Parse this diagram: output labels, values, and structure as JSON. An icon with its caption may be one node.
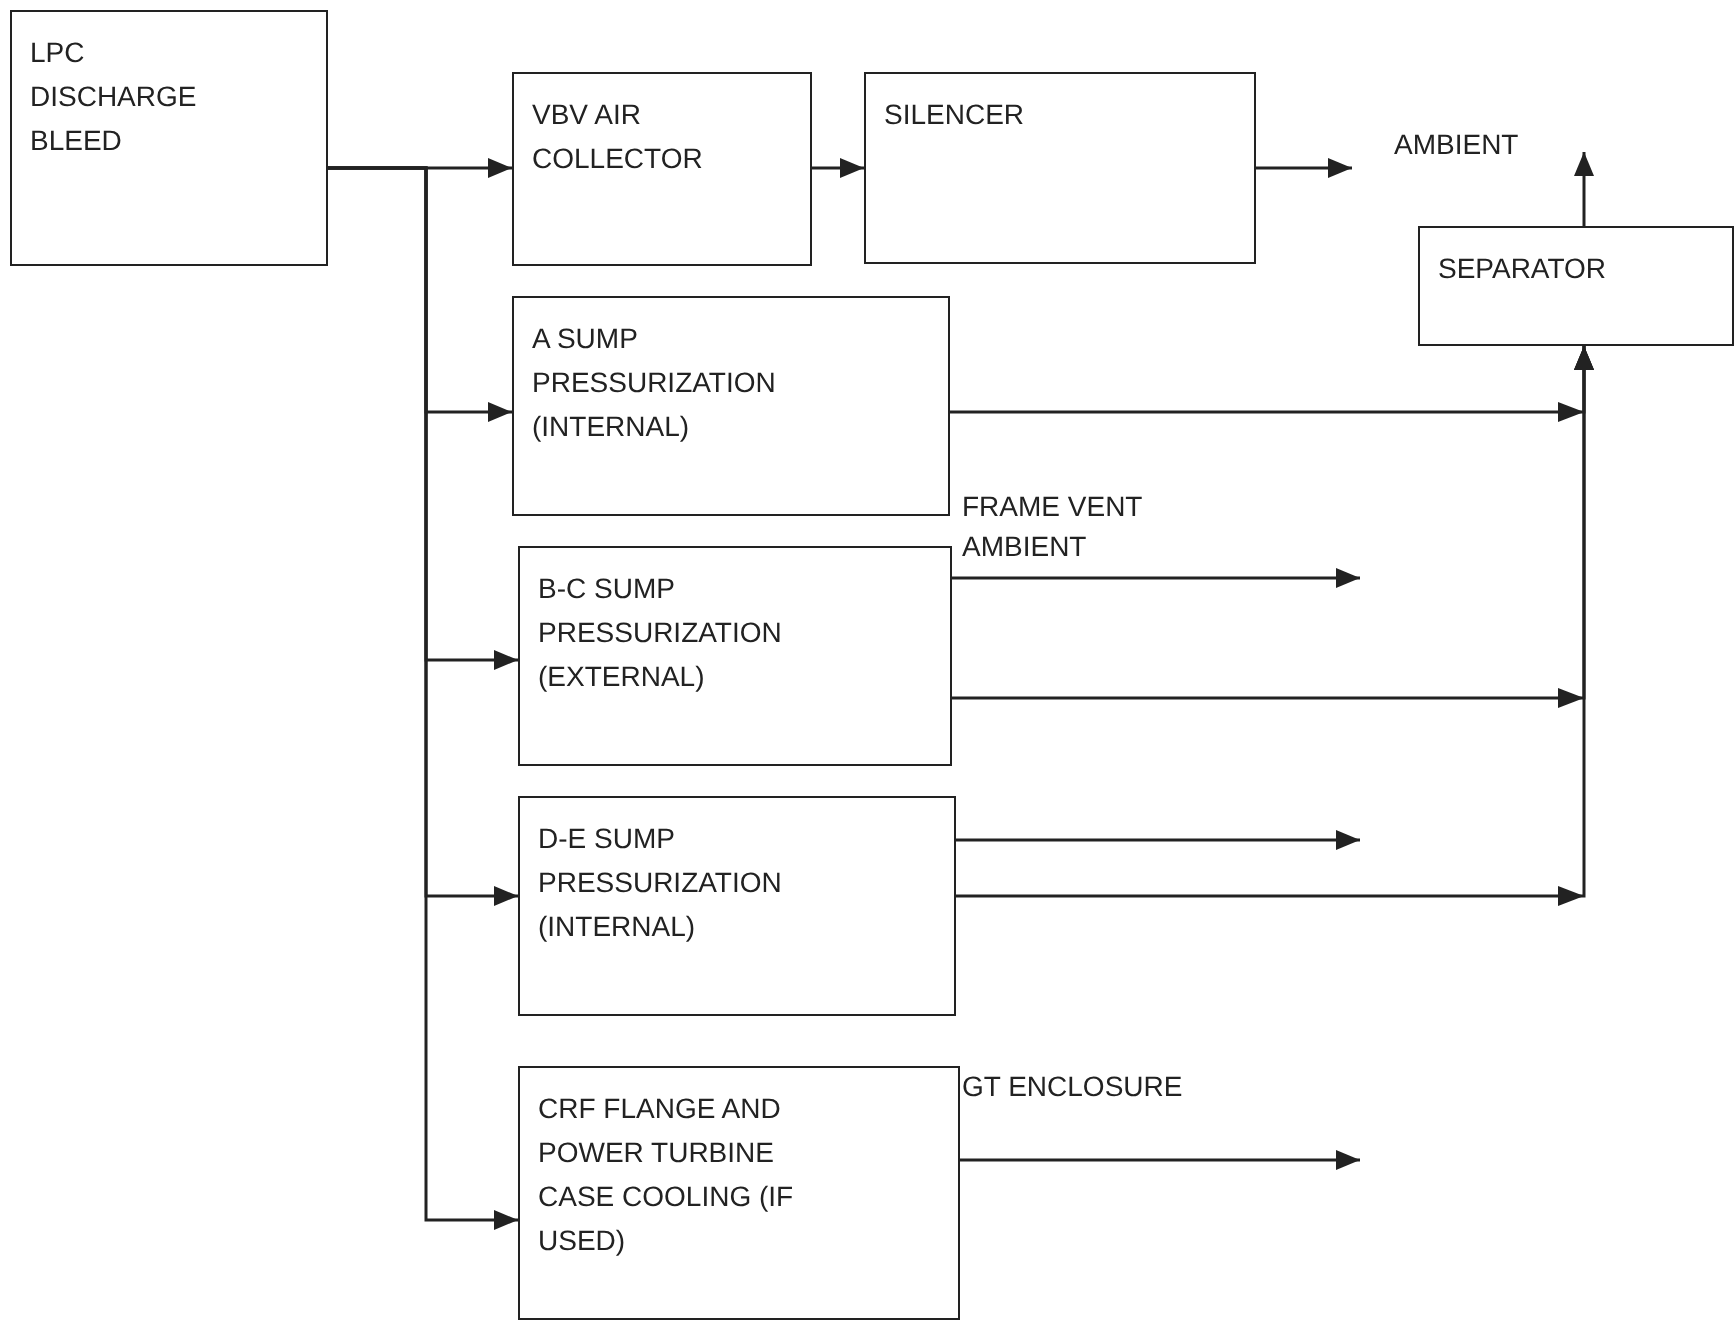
{
  "diagram": {
    "nodes": [
      {
        "text": [
          "LPC DISCHARGE BLEED"
        ]
      },
      {
        "text": [
          "VBV AIR COLLECTOR"
        ]
      },
      {
        "text": [
          "SILENCER"
        ]
      },
      {
        "text": [
          "SEPARATOR"
        ]
      },
      {
        "text": [
          "A SUMP PRESSURIZATION (INTERNAL)"
        ]
      },
      {
        "text": [
          "B-C SUMP PRESSURIZATION (EXTERNAL)"
        ]
      },
      {
        "text": [
          "D-E SUMP PRESSURIZATION (INTERNAL)"
        ]
      },
      {
        "text": [
          "CRF FLANGE AND POWER TURBINE CASE COOLING (IF USED)"
        ]
      }
    ],
    "edges": [
      {
        "from": 0,
        "to": 1,
        "arrow": "to"
      },
      {
        "from": 0,
        "to": 4,
        "arrow": "to"
      },
      {
        "from": 0,
        "to": 5,
        "arrow": "to"
      },
      {
        "from": 0,
        "to": 6,
        "arrow": "to"
      },
      {
        "from": 0,
        "to": 7,
        "arrow": "to"
      },
      {
        "from": 1,
        "to": 2,
        "arrow": "to"
      },
      {
        "from": 2,
        "to": null,
        "arrow": "to"
      },
      {
        "from": 3,
        "to": null,
        "arrow": "to"
      },
      {
        "from": 4,
        "to": 3,
        "arrow": "to"
      },
      {
        "from": 5,
        "to": null,
        "arrow": "to",
        "label": "FRAME VENT AMBIENT"
      },
      {
        "from": 5,
        "to": 3,
        "arrow": "to"
      },
      {
        "from": 6,
        "to": null,
        "arrow": "to"
      },
      {
        "from": 6,
        "to": 3,
        "arrow": "to"
      },
      {
        "from": 7,
        "to": null,
        "arrow": "to",
        "label": "GT ENCLOSURE"
      }
    ],
    "labels": [
      "AMBIENT"
    ]
  }
}
